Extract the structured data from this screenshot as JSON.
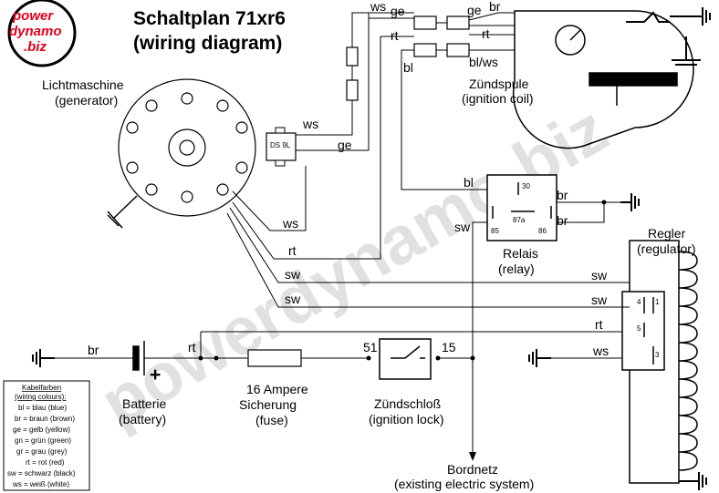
{
  "title": {
    "line1": "Schaltplan 71xr6",
    "line2": "(wiring diagram)"
  },
  "logo": {
    "line1": "power",
    "line2": "dynamo",
    "line3": ".biz"
  },
  "watermark": "powerdynamo.biz",
  "components": {
    "generator": {
      "line1": "Lichtmaschine",
      "line2": "(generator)"
    },
    "ignition_coil": {
      "line1": "Zündspule",
      "line2": "(ignition coil)"
    },
    "relay": {
      "line1": "Relais",
      "line2": "(relay)"
    },
    "regulator": {
      "line1": "Regler",
      "line2": "(regulator)"
    },
    "battery": {
      "line1": "Batterie",
      "line2": "(battery)"
    },
    "fuse": {
      "line1": "16 Ampere",
      "line2": "Sicherung",
      "line3": "(fuse)"
    },
    "ignition_lock": {
      "line1": "Zündschloß",
      "line2": "(ignition lock)"
    },
    "electric_system": {
      "line1": "Bordnetz",
      "line2": "(existing electric system)"
    },
    "module_label": "DS 9L"
  },
  "wire_labels": {
    "ws_top": "ws",
    "ge_top": "ge",
    "rt_top": "rt",
    "ge_coil": "ge",
    "br_coil": "br",
    "rt_coil": "rt",
    "bl_left": "bl",
    "bl_ws": "bl/ws",
    "ws_gen": "ws",
    "ge_gen": "ge",
    "ws_gen2": "ws",
    "rt_mid": "rt",
    "sw_1": "sw",
    "sw_2": "sw",
    "bl_relay": "bl",
    "br_relay1": "br",
    "br_relay2": "br",
    "sw_relay": "sw",
    "sw_reg1": "sw",
    "sw_reg2": "sw",
    "rt_reg": "rt",
    "ws_reg": "ws",
    "br_batt": "br",
    "rt_batt": "rt",
    "plus": "+"
  },
  "pins": {
    "relay_30": "30",
    "relay_85": "85",
    "relay_87a": "87a",
    "relay_86": "86",
    "lock_51": "51",
    "lock_15": "15",
    "reg_4": "4",
    "reg_1": "1",
    "reg_5": "5",
    "reg_3": "3"
  },
  "legend": {
    "title1": "Kabelfarben",
    "title2": "(wiring colours):",
    "items": [
      "bl = blau (blue)",
      "br = braun (brown)",
      "ge = gelb (yellow)",
      "gn = grün (green)",
      "gr = grau (grey)",
      "rt = rot (red)",
      "sw = schwarz (black)",
      "ws = weiß (white)"
    ]
  }
}
